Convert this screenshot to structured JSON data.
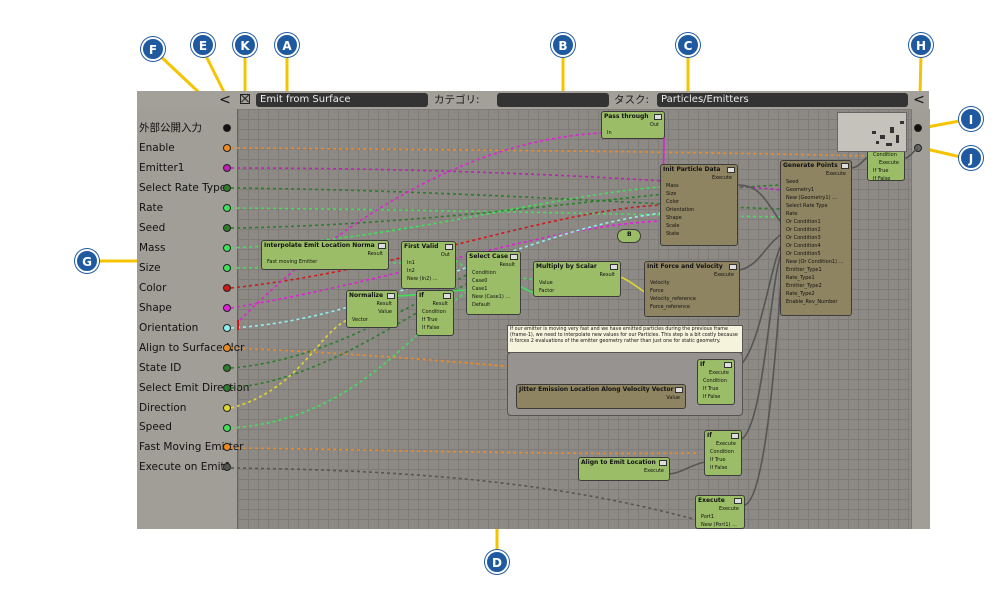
{
  "header": {
    "name_value": "Emit from Surface",
    "category_label": "カテゴリ:",
    "category_value": "",
    "task_label": "タスク:",
    "task_value": "Particles/Emitters"
  },
  "inputs": [
    {
      "label": "外部公開入力",
      "color": "#111111"
    },
    {
      "label": "Enable",
      "color": "#f0891f"
    },
    {
      "label": "Emitter1",
      "color": "#c21fb8"
    },
    {
      "label": "Select Rate Type",
      "color": "#2b7d2b"
    },
    {
      "label": "Rate",
      "color": "#3fe05a"
    },
    {
      "label": "Seed",
      "color": "#2b7d2b"
    },
    {
      "label": "Mass",
      "color": "#3fe05a"
    },
    {
      "label": "Size",
      "color": "#3fe05a"
    },
    {
      "label": "Color",
      "color": "#d01818"
    },
    {
      "label": "Shape",
      "color": "#e01fd8"
    },
    {
      "label": "Orientation",
      "color": "#8ff0f0"
    },
    {
      "label": "Align to Surface Nor",
      "color": "#f0891f"
    },
    {
      "label": "State ID",
      "color": "#2b7d2b"
    },
    {
      "label": "Select Emit Direction",
      "color": "#2b7d2b"
    },
    {
      "label": "Direction",
      "color": "#e0d830"
    },
    {
      "label": "Speed",
      "color": "#3fe05a"
    },
    {
      "label": "Fast Moving Emitter",
      "color": "#f0891f"
    },
    {
      "label": "Execute on Emit1",
      "color": "#555555"
    }
  ],
  "nodes": {
    "pass_through": {
      "title": "Pass through",
      "out": "Out",
      "in": "In"
    },
    "init_particle_data": {
      "title": "Init Particle Data",
      "exec": "Execute",
      "pins": [
        "Mass",
        "Size",
        "Color",
        "Orientation",
        "Shape",
        "Scale",
        "State"
      ]
    },
    "generate_points": {
      "title": "Generate Points",
      "exec": "Execute",
      "pins": [
        "Seed",
        "Geometry1",
        "New (Geometry1) ...",
        "Select Rate Type",
        "Rate",
        "Or Condition1",
        "Or Condition2",
        "Or Condition3",
        "Or Condition4",
        "Or Condition5",
        "New (Or Condition1) ...",
        "Emitter_Type1",
        "Rate_Type1",
        "Emitter_Type2",
        "Rate_Type2",
        "Enable_Rev_Number"
      ]
    },
    "if_top": {
      "title": "If",
      "exec": "Execute",
      "pins": [
        "Condition",
        "If True",
        "If False"
      ]
    },
    "interpolate": {
      "title": "Interpolate Emit Location Norma",
      "result": "Result",
      "pin": "Fast moving Emitter"
    },
    "first_valid": {
      "title": "First Valid",
      "out": "Out",
      "pins": [
        "In1",
        "In2",
        "New (In2) ..."
      ]
    },
    "select_case": {
      "title": "Select Case",
      "result": "Result",
      "pins": [
        "Condition",
        "Case0",
        "Case1",
        "New (Case1) ...",
        "Default"
      ]
    },
    "multiply": {
      "title": "Multiply by Scalar",
      "result": "Result",
      "pins": [
        "Value",
        "Factor"
      ]
    },
    "init_force": {
      "title": "Init Force and Velocity",
      "exec": "Execute",
      "pins": [
        "Velocity",
        "Force",
        "Velocity_reference",
        "Force_reference"
      ]
    },
    "normalize": {
      "title": "Normalize",
      "result": "Result",
      "value": "Value",
      "pin": "Vector"
    },
    "if_mid": {
      "title": "If",
      "result": "Result",
      "pins": [
        "Condition",
        "If True",
        "If False"
      ]
    },
    "small_b": {
      "title": "B"
    },
    "if_group": {
      "title": "If",
      "exec": "Execute",
      "pins": [
        "Condition",
        "If True",
        "If False"
      ]
    },
    "jitter": {
      "title": "Jitter Emission Location Along Velocity Vector",
      "value": "Value"
    },
    "if_align": {
      "title": "If",
      "exec": "Execute",
      "pins": [
        "Condition",
        "If True",
        "If False"
      ]
    },
    "align": {
      "title": "Align to Emit Location",
      "exec": "Execute"
    },
    "execute": {
      "title": "Execute",
      "exec": "Execute",
      "pins": [
        "Port1",
        "New (Port1) ..."
      ]
    }
  },
  "comment": "If our emitter is moving very fast and we have emitted particles during the previous frame (frame-1), we need to interpolate new values for our Particles. This step is a bit costly because it forces 2 evaluations of the emitter geometry rather than just one for static geometry.",
  "outputs": [
    {
      "color": "#111111"
    },
    {
      "color": "#666666"
    }
  ],
  "callouts": [
    "A",
    "B",
    "C",
    "D",
    "E",
    "F",
    "G",
    "H",
    "I",
    "J",
    "K"
  ],
  "colors": {
    "accent": "#1f5aa1",
    "leader": "#f5c400",
    "node_green": "#9bbd67",
    "node_brown": "#8f8462"
  }
}
